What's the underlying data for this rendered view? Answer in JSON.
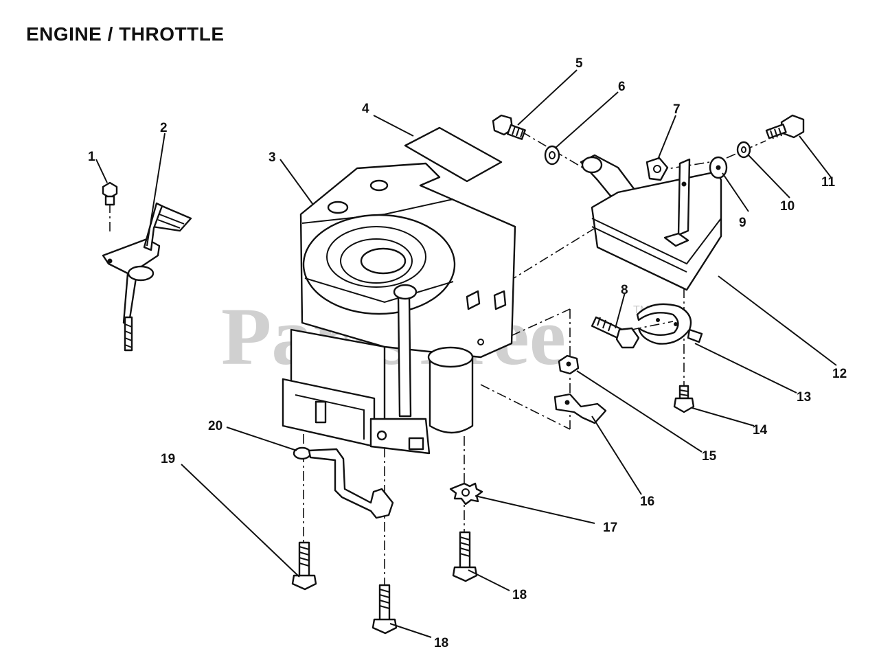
{
  "title": "ENGINE / THROTTLE",
  "watermark": {
    "text": "PartsTree",
    "mark": "TM"
  },
  "callouts": [
    {
      "id": "1",
      "part": "throttle-mount-screw"
    },
    {
      "id": "2",
      "part": "throttle-control-lever"
    },
    {
      "id": "3",
      "part": "engine"
    },
    {
      "id": "4",
      "part": "engine-decal"
    },
    {
      "id": "5",
      "part": "muffler-bolt"
    },
    {
      "id": "6",
      "part": "muffler-washer"
    },
    {
      "id": "7",
      "part": "exhaust-gasket"
    },
    {
      "id": "8",
      "part": "muffler-mount-bolt"
    },
    {
      "id": "9",
      "part": "flat-washer"
    },
    {
      "id": "10",
      "part": "lock-washer"
    },
    {
      "id": "11",
      "part": "muffler-bracket-bolt"
    },
    {
      "id": "12",
      "part": "muffler"
    },
    {
      "id": "13",
      "part": "muffler-guard-bracket"
    },
    {
      "id": "14",
      "part": "bracket-screw"
    },
    {
      "id": "15",
      "part": "hex-nut"
    },
    {
      "id": "16",
      "part": "cable-clamp"
    },
    {
      "id": "17",
      "part": "star-lock-washer"
    },
    {
      "id": "18",
      "part": "engine-mount-bolt"
    },
    {
      "id": "18",
      "part": "engine-mount-bolt-front"
    },
    {
      "id": "19",
      "part": "engine-mount-bolt-rear"
    },
    {
      "id": "20",
      "part": "oil-drain-line"
    }
  ]
}
